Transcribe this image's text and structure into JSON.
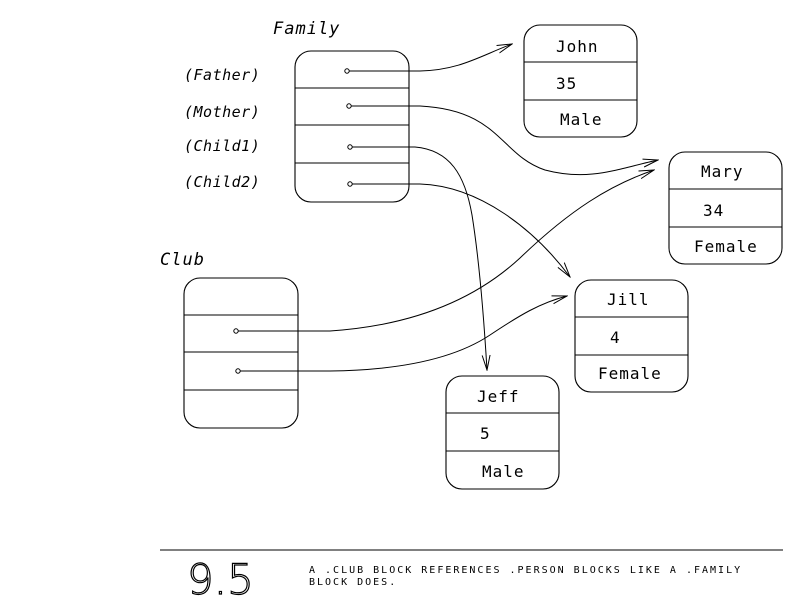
{
  "family": {
    "title": "Family",
    "slots": [
      "(Father)",
      "(Mother)",
      "(Child1)",
      "(Child2)"
    ]
  },
  "club": {
    "title": "Club"
  },
  "persons": {
    "john": [
      "John",
      "35",
      "Male"
    ],
    "mary": [
      "Mary",
      "34",
      "Female"
    ],
    "jill": [
      "Jill",
      "4",
      "Female"
    ],
    "jeff": [
      "Jeff",
      "5",
      "Male"
    ]
  },
  "caption": {
    "number": "9.5",
    "line1": "A .CLUB BLOCK REFERENCES .PERSON BLOCKS LIKE A .FAMILY",
    "line2": "BLOCK DOES."
  }
}
